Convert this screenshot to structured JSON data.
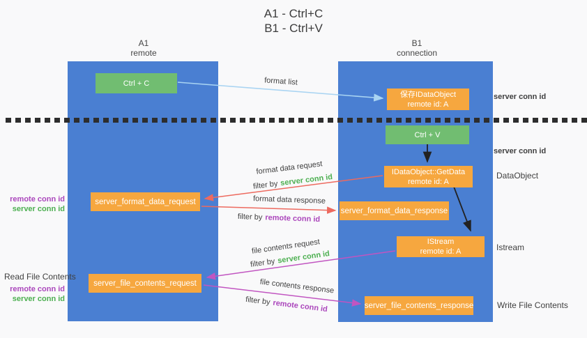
{
  "title": {
    "line1": "A1 - Ctrl+C",
    "line2": "B1 - Ctrl+V"
  },
  "lanes": {
    "left": {
      "name": "A1",
      "role": "remote"
    },
    "right": {
      "name": "B1",
      "role": "connection"
    }
  },
  "nodes": {
    "ctrl_c": {
      "label": "Ctrl + C"
    },
    "ctrl_v": {
      "label": "Ctrl + V"
    },
    "save_idataobject": {
      "line1": "保存IDataObject",
      "line2": "remote id: A"
    },
    "getdata": {
      "line1": "IDataObject::GetData",
      "line2": "remote id: A"
    },
    "istream": {
      "line1": "IStream",
      "line2": "remote id: A"
    },
    "format_request": {
      "label": "server_format_data_request"
    },
    "format_response": {
      "label": "server_format_data_response"
    },
    "file_request": {
      "label": "server_file_contents_request"
    },
    "file_response": {
      "label": "server_file_contents_response"
    }
  },
  "arrows": {
    "format_list": {
      "label": "format list"
    },
    "format_data_request": {
      "label": "format data request",
      "filter_prefix": "filter by",
      "filter_key": "server conn id"
    },
    "format_data_response": {
      "label": "format data response",
      "filter_prefix": "filter by",
      "filter_key": "remote conn id"
    },
    "file_contents_request": {
      "label": "file contents request",
      "filter_prefix": "filter by",
      "filter_key": "server conn id"
    },
    "file_contents_response": {
      "label": "file contents response",
      "filter_prefix": "filter by",
      "filter_key": "remote conn id"
    }
  },
  "side_labels": {
    "server_conn_id_top": "server conn id",
    "server_conn_id_mid": "server conn id",
    "dataobject": "DataObject",
    "istream": "Istream",
    "write_file_contents": "Write File Contents",
    "read_file_contents": "Read File Contents",
    "left_group1": {
      "remote": "remote conn id",
      "server": "server conn id"
    },
    "left_group2": {
      "remote": "remote conn id",
      "server": "server conn id"
    }
  },
  "colors": {
    "lane_blue": "#4a7fd2",
    "node_green": "#71bd71",
    "node_orange": "#f6a73f",
    "accent_green": "#4caf50",
    "accent_purple": "#ab47bc",
    "arrow_red": "#ed6a5f",
    "arrow_magenta": "#c155c1",
    "arrow_lightblue": "#a9d4f2",
    "arrow_black": "#222222",
    "dotted_line": "#2d2d2d"
  }
}
